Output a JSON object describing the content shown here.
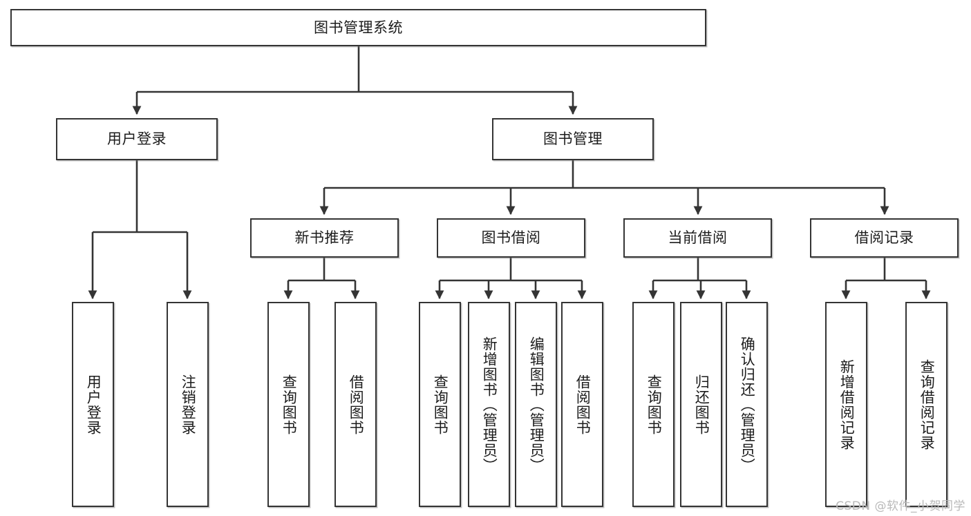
{
  "diagram": {
    "type": "tree-hierarchy-diagram",
    "title": "图书管理系统",
    "watermark": "CSDN @软件_小贺同学",
    "colors": {
      "box_border": "#343434",
      "box_fill": "#ffffff",
      "edge": "#343434",
      "text": "#1c1c1c",
      "watermark": "#b9b9b9"
    },
    "nodes": {
      "root": {
        "label": "图书管理系统"
      },
      "level2": [
        {
          "id": "user-login",
          "label": "用户登录"
        },
        {
          "id": "book-manage",
          "label": "图书管理"
        }
      ],
      "level3": [
        {
          "id": "new-book-rec",
          "label": "新书推荐"
        },
        {
          "id": "book-borrow",
          "label": "图书借阅"
        },
        {
          "id": "current-borrow",
          "label": "当前借阅"
        },
        {
          "id": "borrow-record",
          "label": "借阅记录"
        }
      ],
      "leaves": {
        "user-login": [
          {
            "id": "leaf-user-login",
            "label": "用户登录"
          },
          {
            "id": "leaf-logout",
            "label": "注销登录"
          }
        ],
        "new-book-rec": [
          {
            "id": "leaf-query-book-1",
            "label": "查询图书"
          },
          {
            "id": "leaf-borrow-book-1",
            "label": "借阅图书"
          }
        ],
        "book-borrow": [
          {
            "id": "leaf-query-book-2",
            "label": "查询图书"
          },
          {
            "id": "leaf-add-book",
            "label": "新增图书（管理员）"
          },
          {
            "id": "leaf-edit-book",
            "label": "编辑图书（管理员）"
          },
          {
            "id": "leaf-borrow-book-2",
            "label": "借阅图书"
          }
        ],
        "current-borrow": [
          {
            "id": "leaf-query-book-3",
            "label": "查询图书"
          },
          {
            "id": "leaf-return-book",
            "label": "归还图书"
          },
          {
            "id": "leaf-confirm-return",
            "label": "确认归还（管理员）"
          }
        ],
        "borrow-record": [
          {
            "id": "leaf-add-record",
            "label": "新增借阅记录"
          },
          {
            "id": "leaf-query-record",
            "label": "查询借阅记录"
          }
        ]
      }
    }
  }
}
